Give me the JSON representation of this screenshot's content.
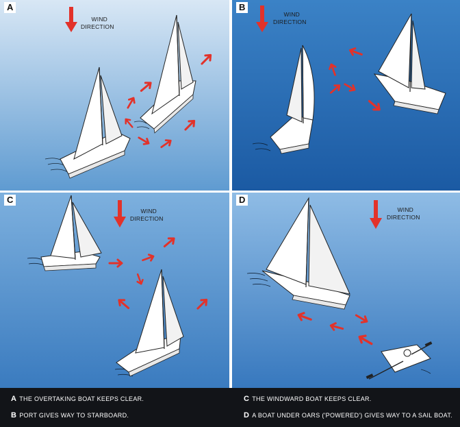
{
  "panels": [
    {
      "letter": "A",
      "wind_line1": "WIND",
      "wind_line2": "DIRECTION",
      "colors": {
        "sea_light": "#dbe9f6",
        "sea_dark": "#5e9bd0"
      }
    },
    {
      "letter": "B",
      "wind_line1": "WIND",
      "wind_line2": "DIRECTION",
      "colors": {
        "sea_light": "#3f84c6",
        "sea_dark": "#1d5fa8"
      }
    },
    {
      "letter": "C",
      "wind_line1": "WIND",
      "wind_line2": "DIRECTION",
      "colors": {
        "sea_light": "#7fb1de",
        "sea_dark": "#3d7dc0"
      }
    },
    {
      "letter": "D",
      "wind_line1": "WIND",
      "wind_line2": "DIRECTION",
      "colors": {
        "sea_light": "#8dbbe4",
        "sea_dark": "#3a7bc0"
      }
    }
  ],
  "captions": [
    {
      "letter": "A",
      "text": "THE OVERTAKING BOAT KEEPS CLEAR."
    },
    {
      "letter": "B",
      "text": "PORT GIVES WAY TO STARBOARD."
    },
    {
      "letter": "C",
      "text": "THE WINDWARD BOAT KEEPS CLEAR."
    },
    {
      "letter": "D",
      "text": "A BOAT UNDER OARS ('POWERED') GIVES WAY TO A SAIL BOAT."
    }
  ],
  "colors": {
    "arrow": "#e2322a",
    "caption_bg": "#121418",
    "caption_text": "#ffffff"
  }
}
